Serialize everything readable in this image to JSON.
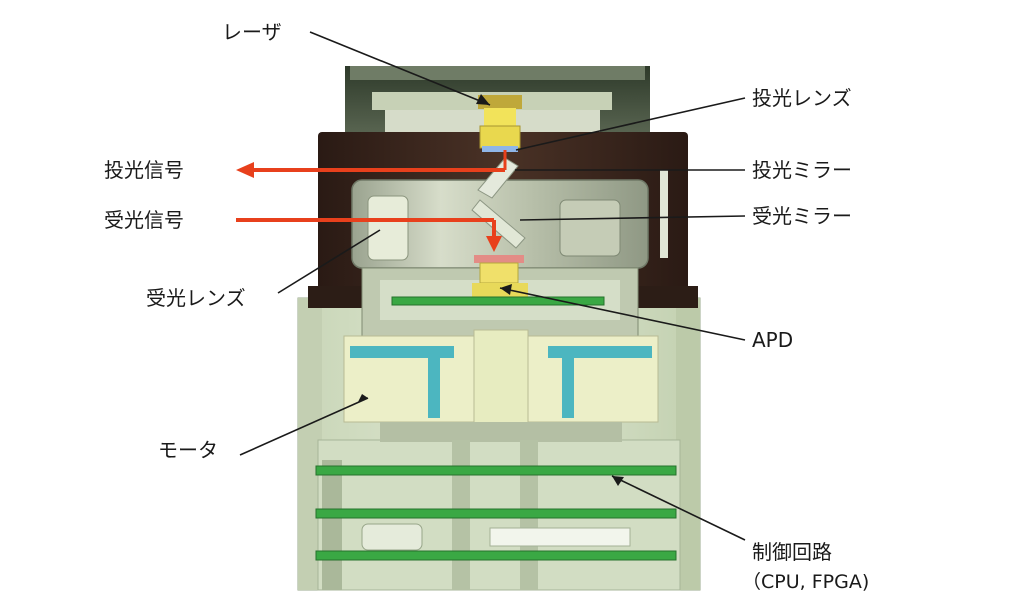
{
  "labels": {
    "laser": "レーザ",
    "tx_lens": "投光レンズ",
    "tx_signal": "投光信号",
    "tx_mirror": "投光ミラー",
    "rx_signal": "受光信号",
    "rx_mirror": "受光ミラー",
    "rx_lens": "受光レンズ",
    "apd": "APD",
    "motor": "モータ",
    "control_circuit": "制御回路",
    "control_circuit_detail": "（CPU, FPGA)"
  },
  "colors": {
    "signal_arrow": "#e8401c",
    "pcb_green": "#3aa844",
    "body_light": "#d6e2c6",
    "housing_dark": "#3b4533",
    "ring_brown": "#3f2a20",
    "motor_yellow": "#ecefc8",
    "motor_teal": "#4cb6c0",
    "laser_yellow": "#f2e35a"
  }
}
